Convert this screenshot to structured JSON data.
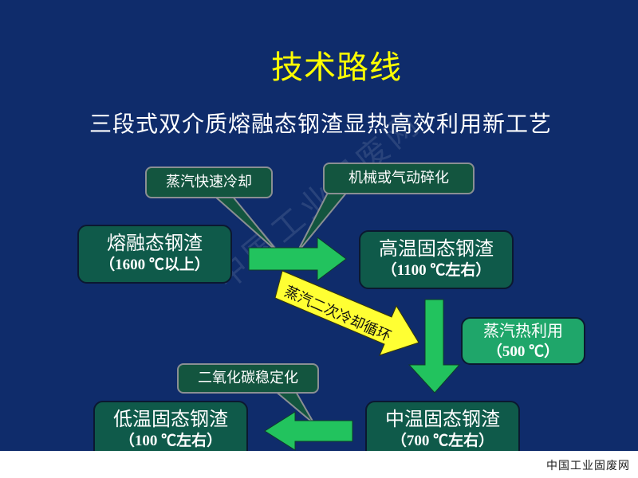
{
  "slide": {
    "title": "技术路线",
    "subtitle": "三段式双介质熔融态钢渣显热高效利用新工艺"
  },
  "boxes": {
    "molten": {
      "line1": "熔融态钢渣",
      "line2": "（1600 ℃以上）"
    },
    "high_temp": {
      "line1": "高温固态钢渣",
      "line2": "（1100 ℃左右）"
    },
    "mid_temp": {
      "line1": "中温固态钢渣",
      "line2": "（700 ℃左右）"
    },
    "low_temp": {
      "line1": "低温固态钢渣",
      "line2": "（100 ℃左右）"
    },
    "steam_heat": {
      "line1": "蒸汽热利用",
      "line2": "（500 ℃）"
    }
  },
  "callouts": {
    "steam_quench": "蒸汽快速冷却",
    "crushing": "机械或气动碎化",
    "co2_stabilize": "二氧化碳稳定化"
  },
  "arrows": {
    "secondary_cooling": "蒸汽二次冷却循环"
  },
  "watermark": "中国工业固废网",
  "footer": {
    "site_name": "中国工业固废网"
  },
  "colors": {
    "background": "#0f2c6b",
    "title": "#ffff00",
    "box_dark": "#0f5a4a",
    "box_light": "#1fa66a",
    "arrow_green": "#22c35e",
    "arrow_yellow": "#ffff33"
  }
}
